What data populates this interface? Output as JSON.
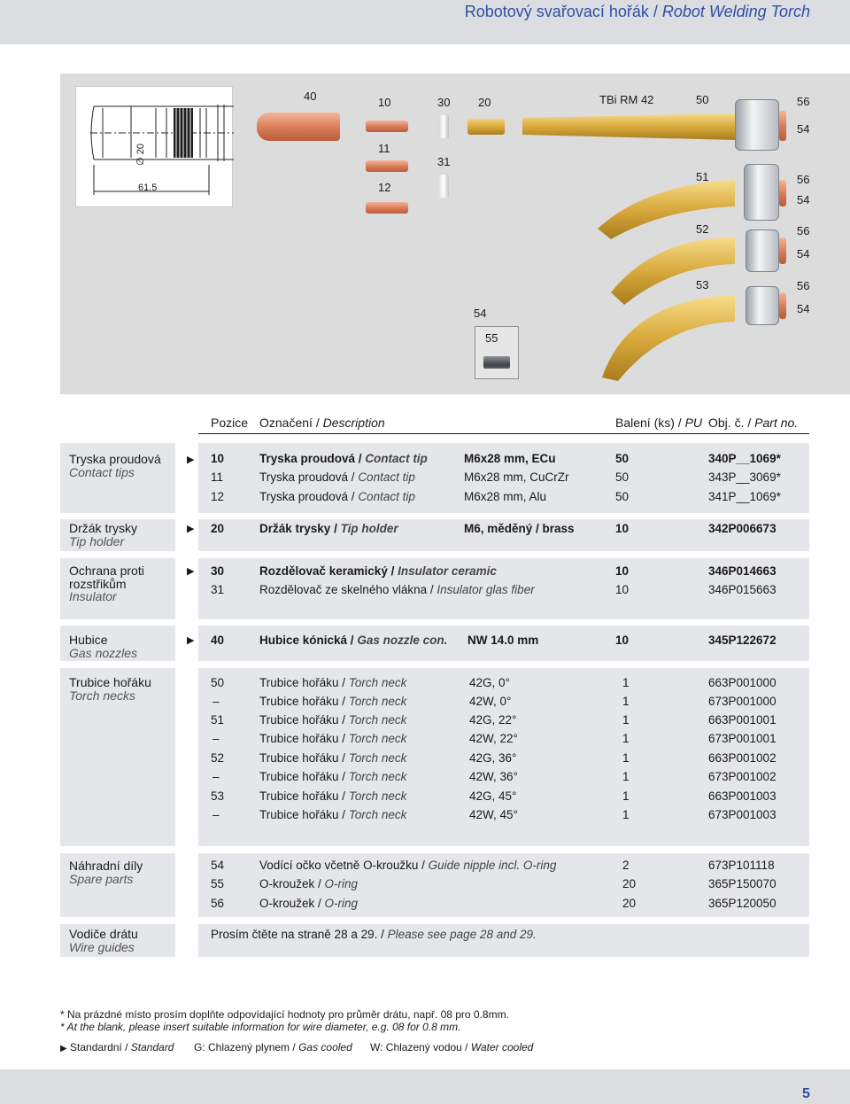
{
  "header": {
    "title_cz": "Robotový svařovací hořák",
    "separator": " / ",
    "title_en": "Robot Welding Torch"
  },
  "figure": {
    "drawing": {
      "dim_diameter": "∅ 20",
      "dim_length": "61.5"
    },
    "labels": {
      "p40": "40",
      "p10": "10",
      "p30": "30",
      "p20": "20",
      "tbi": "TBi RM 42",
      "p50": "50",
      "p56a": "56",
      "p54a": "54",
      "p11": "11",
      "p31": "31",
      "p12": "12",
      "p51": "51",
      "p56b": "56",
      "p54b": "54",
      "p52": "52",
      "p56c": "56",
      "p54c": "54",
      "p53": "53",
      "p56d": "56",
      "p54d": "54",
      "p54": "54",
      "p55": "55"
    }
  },
  "table_header": {
    "pozice": "Pozice",
    "oznaceni": "Označení",
    "description": "Description",
    "baleni": "Balení (ks)",
    "pu": "PU",
    "obj": "Obj. č.",
    "partno": "Part no."
  },
  "sections": [
    {
      "cat_cz": "Tryska proudová",
      "cat_en": "Contact tips",
      "rows": [
        {
          "pos": "10",
          "d_cz": "Tryska proudová",
          "d_en": "Contact tip",
          "spec": "M6x28 mm, ECu",
          "pu": "50",
          "part": "340P__1069*",
          "bold": true,
          "arrow": true
        },
        {
          "pos": "11",
          "d_cz": "Tryska proudová",
          "d_en": "Contact tip",
          "spec": "M6x28 mm, CuCrZr",
          "pu": "50",
          "part": "343P__3069*"
        },
        {
          "pos": "12",
          "d_cz": "Tryska proudová",
          "d_en": "Contact tip",
          "spec": "M6x28 mm, Alu",
          "pu": "50",
          "part": "341P__1069*"
        }
      ]
    },
    {
      "cat_cz": "Držák trysky",
      "cat_en": "Tip holder",
      "rows": [
        {
          "pos": "20",
          "d_cz": "Držák trysky",
          "d_en": "Tip holder",
          "spec": "M6, měděný / brass",
          "pu": "10",
          "part": "342P006673",
          "bold": true,
          "arrow": true
        }
      ]
    },
    {
      "cat_cz": "Ochrana proti rozstřikům",
      "cat_en": "Insulator",
      "rows": [
        {
          "pos": "30",
          "d_cz": "Rozdělovač keramický",
          "d_en": "Insulator ceramic",
          "spec": "",
          "pu": "10",
          "part": "346P014663",
          "bold": true,
          "arrow": true
        },
        {
          "pos": "31",
          "d_cz": "Rozdělovač ze skelného vlákna",
          "d_en": "Insulator glas fiber",
          "spec": "",
          "pu": "10",
          "part": "346P015663"
        }
      ]
    },
    {
      "cat_cz": "Hubice",
      "cat_en": "Gas nozzles",
      "rows": [
        {
          "pos": "40",
          "d_cz": "Hubice kónická",
          "d_en": "Gas nozzle con.",
          "spec": "NW 14.0 mm",
          "pu": "10",
          "part": "345P122672",
          "bold": true,
          "arrow": true
        }
      ]
    },
    {
      "cat_cz": "Trubice hořáku",
      "cat_en": "Torch necks",
      "rows": [
        {
          "pos": "50",
          "d_cz": "Trubice hořáku",
          "d_en": "Torch neck",
          "spec": "42G, 0°",
          "pu": "1",
          "part": "663P001000"
        },
        {
          "pos": "–",
          "d_cz": "Trubice hořáku",
          "d_en": "Torch neck",
          "spec": "42W, 0°",
          "pu": "1",
          "part": "673P001000"
        },
        {
          "pos": "51",
          "d_cz": "Trubice hořáku",
          "d_en": "Torch neck",
          "spec": "42G, 22°",
          "pu": "1",
          "part": "663P001001"
        },
        {
          "pos": "–",
          "d_cz": "Trubice hořáku",
          "d_en": "Torch neck",
          "spec": "42W, 22°",
          "pu": "1",
          "part": "673P001001"
        },
        {
          "pos": "52",
          "d_cz": "Trubice hořáku",
          "d_en": "Torch neck",
          "spec": "42G, 36°",
          "pu": "1",
          "part": "663P001002"
        },
        {
          "pos": "–",
          "d_cz": "Trubice hořáku",
          "d_en": "Torch neck",
          "spec": "42W, 36°",
          "pu": "1",
          "part": "673P001002"
        },
        {
          "pos": "53",
          "d_cz": "Trubice hořáku",
          "d_en": "Torch neck",
          "spec": "42G, 45°",
          "pu": "1",
          "part": "663P001003"
        },
        {
          "pos": "–",
          "d_cz": "Trubice hořáku",
          "d_en": "Torch neck",
          "spec": "42W, 45°",
          "pu": "1",
          "part": "673P001003"
        }
      ]
    },
    {
      "cat_cz": "Náhradní díly",
      "cat_en": "Spare parts",
      "rows": [
        {
          "pos": "54",
          "d_cz": "Vodící očko včetně O-kroužku",
          "d_en": "Guide nipple incl. O-ring",
          "spec": "",
          "pu": "2",
          "part": "673P101118"
        },
        {
          "pos": "55",
          "d_cz": "O-kroužek",
          "d_en": "O-ring",
          "spec": "",
          "pu": "20",
          "part": "365P150070"
        },
        {
          "pos": "56",
          "d_cz": "O-kroužek",
          "d_en": "O-ring",
          "spec": "",
          "pu": "20",
          "part": "365P120050"
        }
      ]
    },
    {
      "cat_cz": "Vodiče drátu",
      "cat_en": "Wire guides",
      "note_cz": "Prosím čtěte na straně 28 a 29.",
      "note_en": "Please see page 28 and 29."
    }
  ],
  "footnotes": {
    "line1": "* Na prázdné místo prosím doplňte odpovídající hodnoty pro průměr drátu, např. 08 pro 0.8mm.",
    "line2": "* At the blank, please insert suitable information for wire diameter, e.g. 08 for 0.8 mm.",
    "standard_cz": "Standardní",
    "standard_en": "Standard",
    "gas_cz": "G: Chlazený plynem",
    "gas_en": "Gas cooled",
    "water_cz": "W: Chlazený vodou",
    "water_en": "Water cooled"
  },
  "page_number": "5"
}
